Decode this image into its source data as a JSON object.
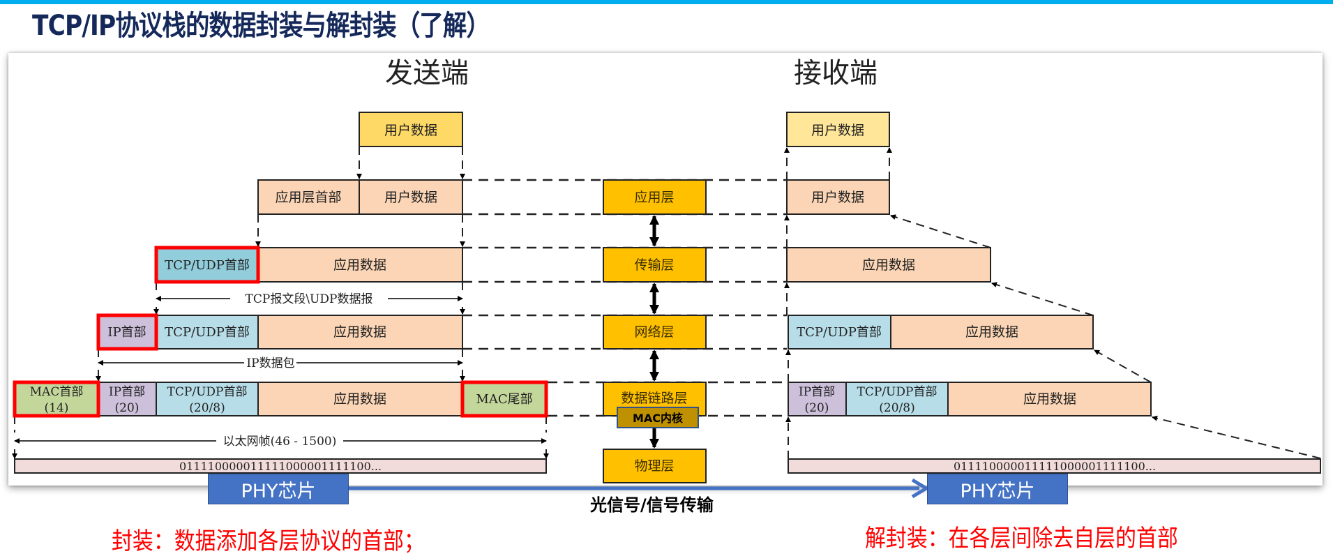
{
  "title": "TCP/IP协议栈的数据封装与解封装（了解）",
  "colors": {
    "accent_bar": "#00aeef",
    "title": "#14285a",
    "user_data": "#ffd966",
    "payload": "#fbd5b5",
    "tcp_header": "#b7dde8",
    "tcp_header_sender": "#92cddc",
    "ip_header": "#ccc0da",
    "mac": "#c4d79b",
    "bits": "#f2dcdb",
    "layer": "#ffc000",
    "mac_core": "#bf9000",
    "highlight": "#ff0000",
    "phy": "#4472c4",
    "caption": "#ff0000"
  },
  "sender": {
    "heading": "发送端",
    "user_data": "用户数据",
    "app_header": "应用层首部",
    "app_user_data": "用户数据",
    "tcp_header": "TCP/UDP首部",
    "app_data": "应用数据",
    "segment_label": "TCP报文段\\UDP数据报",
    "ip_header": "IP首部",
    "ip_tcp_header": "TCP/UDP首部",
    "ip_app_data": "应用数据",
    "packet_label": "IP数据包",
    "mac_header_l1": "MAC首部",
    "mac_header_l2": "(14)",
    "eth_ip_l1": "IP首部",
    "eth_ip_l2": "(20)",
    "eth_tcp_l1": "TCP/UDP首部",
    "eth_tcp_l2": "(20/8)",
    "eth_app_data": "应用数据",
    "mac_trailer": "MAC尾部",
    "frame_label": "以太网帧(46 - 1500)",
    "bits": "011110000011111000001111100..."
  },
  "receiver": {
    "heading": "接收端",
    "user_data": "用户数据",
    "app_user_data": "用户数据",
    "app_data": "应用数据",
    "tcp_header": "TCP/UDP首部",
    "ip_app_data": "应用数据",
    "eth_ip_l1": "IP首部",
    "eth_ip_l2": "(20)",
    "eth_tcp_l1": "TCP/UDP首部",
    "eth_tcp_l2": "(20/8)",
    "eth_app_data": "应用数据",
    "bits": "011110000011111000001111100..."
  },
  "layers": [
    "应用层",
    "传输层",
    "网络层",
    "数据链路层",
    "物理层"
  ],
  "mac_core": "MAC内核",
  "phy_left": "PHY芯片",
  "phy_right": "PHY芯片",
  "signal_label": "光信号/信号传输",
  "caption_left": "封装：数据添加各层协议的首部；",
  "caption_right": "解封装：在各层间除去自层的首部"
}
